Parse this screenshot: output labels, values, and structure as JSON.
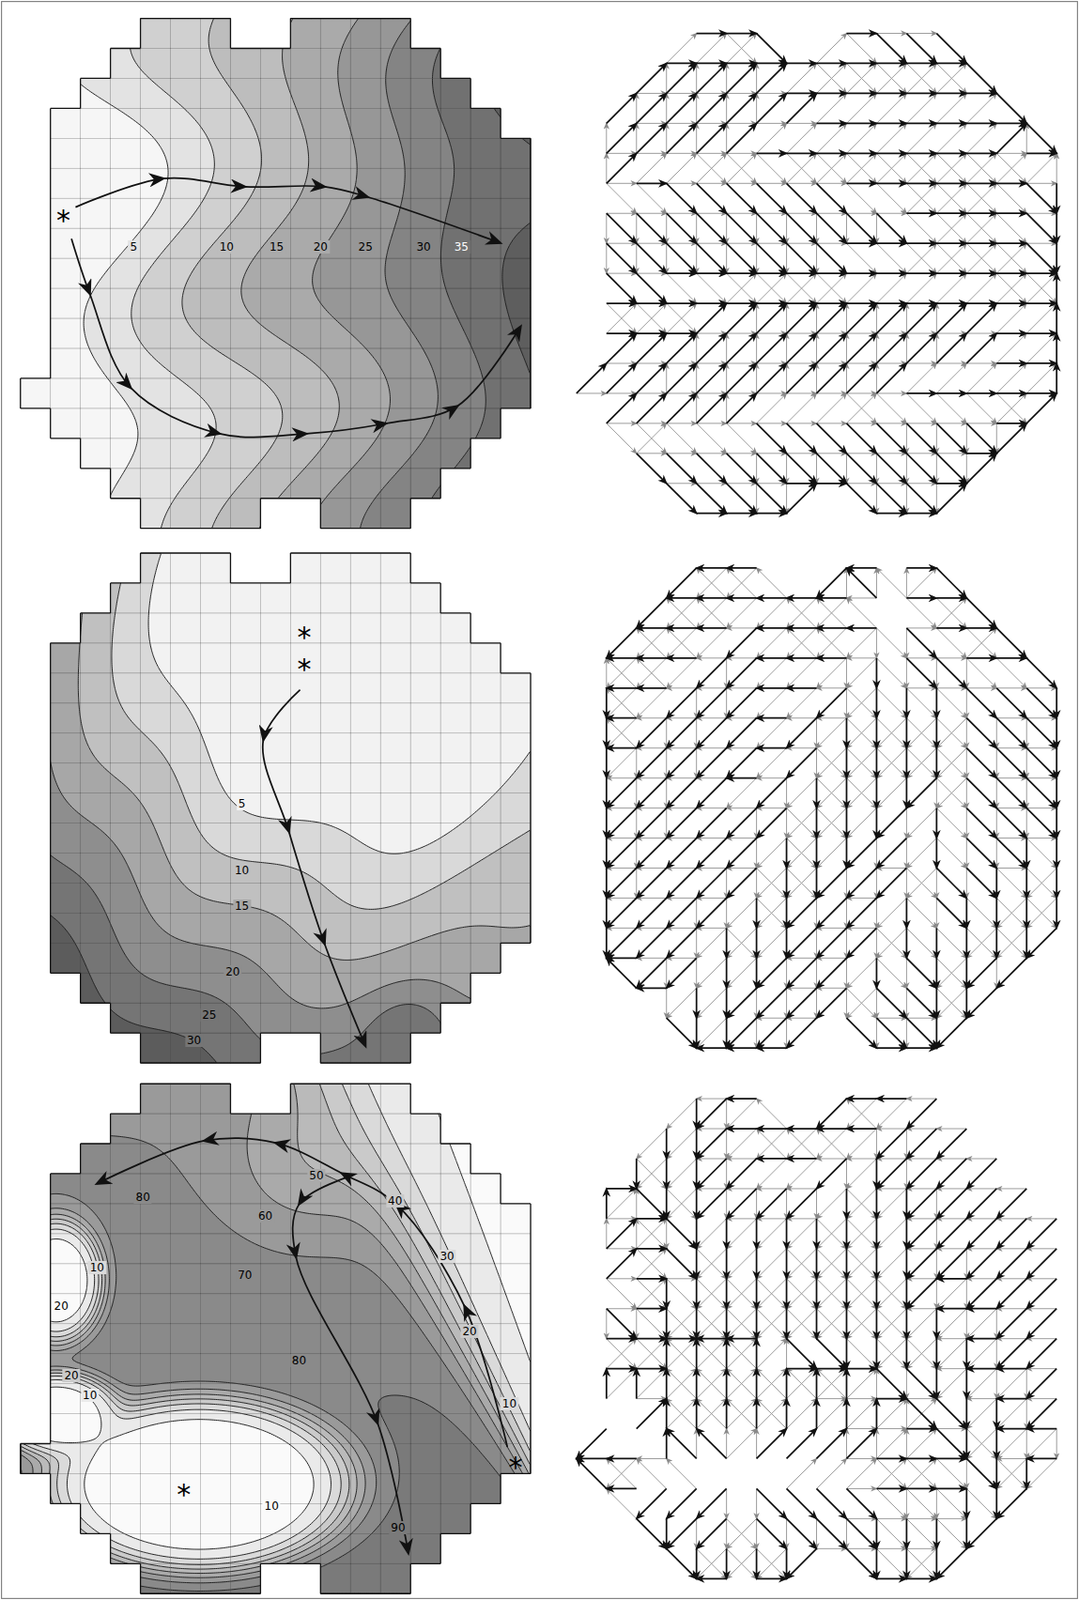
{
  "diagram": {
    "labels": [
      "*",
      "5",
      "10",
      "15",
      "20",
      "25",
      "30",
      "35",
      "*",
      "*",
      "5",
      "10",
      "15",
      "20",
      "25",
      "30",
      "80",
      "60",
      "50",
      "40",
      "30",
      "70",
      "10",
      "20",
      "80",
      "20",
      "20",
      "10",
      "10",
      "10",
      "90",
      "*",
      "*"
    ]
  }
}
